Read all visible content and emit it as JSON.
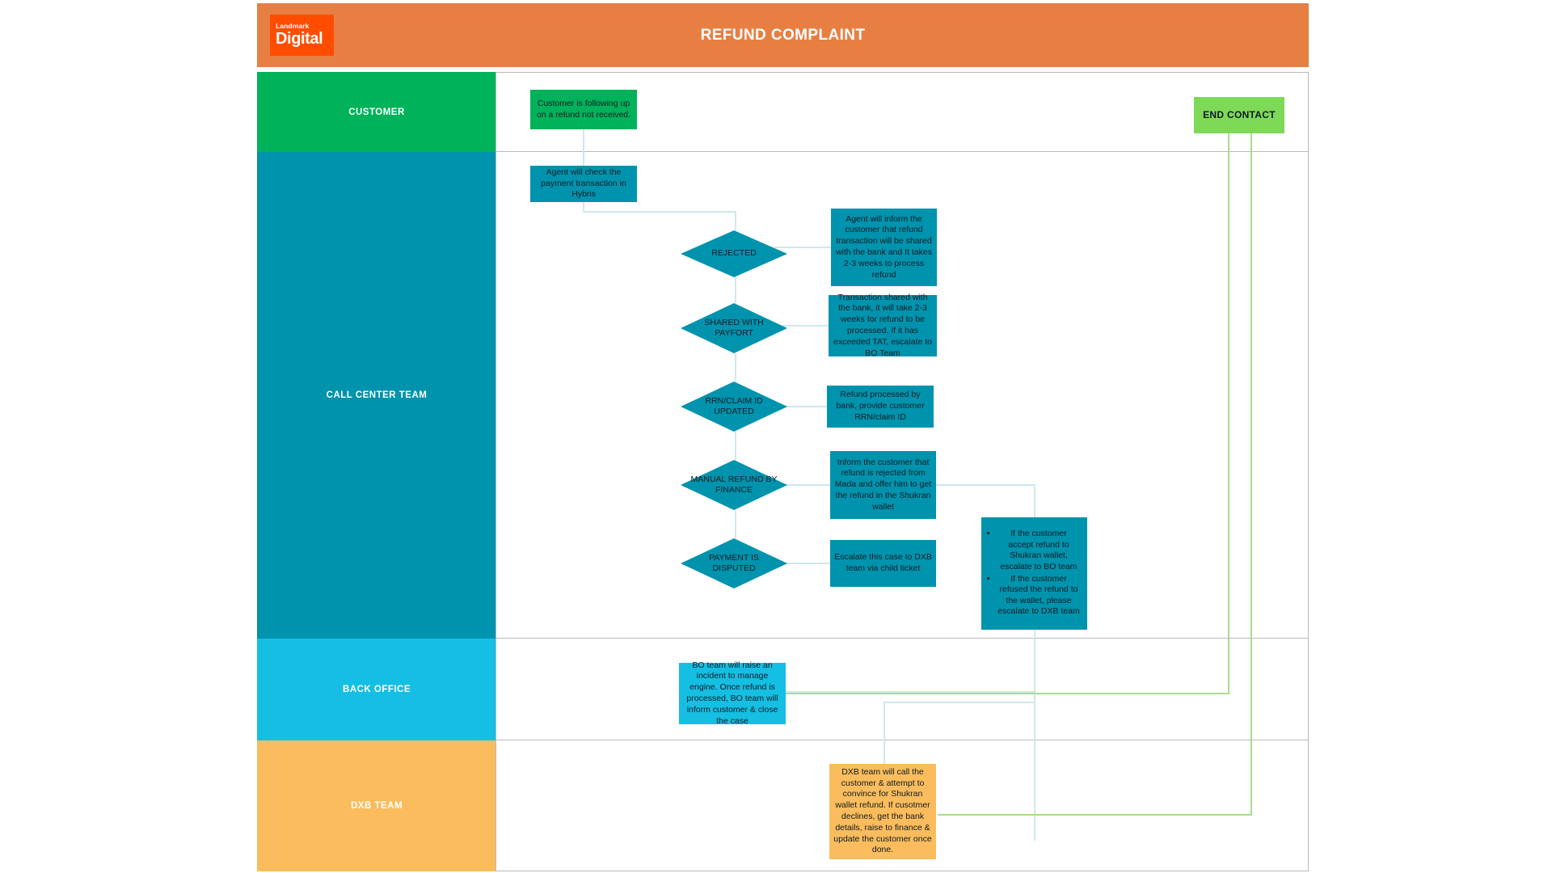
{
  "header": {
    "title": "REFUND COMPLAINT",
    "logo_top": "Landmark",
    "logo_bottom": "Digital",
    "bg_color": "#e77f43",
    "logo_color": "#ff4d00"
  },
  "lanes": [
    {
      "id": "customer",
      "label": "CUSTOMER",
      "color": "#00b25a"
    },
    {
      "id": "callcenter",
      "label": "CALL CENTER TEAM",
      "color": "#0093ae"
    },
    {
      "id": "backoffice",
      "label": "BACK OFFICE",
      "color": "#14bfe3"
    },
    {
      "id": "dxb",
      "label": "DXB TEAM",
      "color": "#fbbc5d"
    }
  ],
  "nodes": {
    "start": {
      "text": "Customer is following up on a refund not received.",
      "lane": "customer",
      "shape": "box",
      "color": "#00b25a"
    },
    "end_contact": {
      "text": "END CONTACT",
      "lane": "customer",
      "shape": "box",
      "color": "#7ed957"
    },
    "agent_check": {
      "text": "Agent will check the payment transaction in Hybris",
      "lane": "callcenter",
      "shape": "box",
      "color": "#0093ae"
    },
    "d_rejected": {
      "text": "REJECTED",
      "lane": "callcenter",
      "shape": "diamond",
      "color": "#0093ae"
    },
    "d_shared": {
      "text": "SHARED WITH PAYFORT",
      "lane": "callcenter",
      "shape": "diamond",
      "color": "#0093ae"
    },
    "d_rrn": {
      "text": "RRN/CLAIM ID UPDATED",
      "lane": "callcenter",
      "shape": "diamond",
      "color": "#0093ae"
    },
    "d_manual": {
      "text": "MANUAL REFUND BY FINANCE",
      "lane": "callcenter",
      "shape": "diamond",
      "color": "#0093ae"
    },
    "d_disputed": {
      "text": "PAYMENT IS DISPUTED",
      "lane": "callcenter",
      "shape": "diamond",
      "color": "#0093ae"
    },
    "t_rejected": {
      "text": "Agent will inform the customer that refund transaction will be shared with the bank and It takes 2-3 weeks to process refund",
      "lane": "callcenter",
      "shape": "box",
      "color": "#0093ae"
    },
    "t_shared": {
      "text": "Transaction shared with the bank, it will take 2-3 weeks for refund to be processed. If it has exceeded TAT, escalate to BO Team",
      "lane": "callcenter",
      "shape": "box",
      "color": "#0093ae"
    },
    "t_rrn": {
      "text": "Refund processed by bank, provide customer RRN/claim ID",
      "lane": "callcenter",
      "shape": "box",
      "color": "#0093ae"
    },
    "t_manual": {
      "text": "Inform the customer that refund is rejected from Mada and offer him to get the refund in the Shukran wallet",
      "lane": "callcenter",
      "shape": "box",
      "color": "#0093ae"
    },
    "t_disputed": {
      "text": "Escalate this case to DXB team via child ticket",
      "lane": "callcenter",
      "shape": "box",
      "color": "#0093ae"
    },
    "t_bullets": {
      "bullet_1": "If the customer accept refund to Shukran wallet, escalate to BO team",
      "bullet_2": "If the customer refused the refund to the wallet, please escalate to DXB team",
      "lane": "callcenter",
      "shape": "box",
      "color": "#0093ae"
    },
    "bo_task": {
      "text": "BO team will raise an incident to manage engine. Once refund is processed, BO team will inform customer & close the case",
      "lane": "backoffice",
      "shape": "box",
      "color": "#14bfe3"
    },
    "dxb_task": {
      "text": "DXB team will call the customer & attempt to convince for Shukran wallet refund. If cusotmer declines, get the bank details, raise to finance & update the customer once done.",
      "lane": "dxb",
      "shape": "box",
      "color": "#fbbc5d"
    }
  },
  "connector_colors": {
    "flow": "#cfe8ee",
    "return": "#a6dd8f",
    "lane_divider": "#b8b8b8"
  }
}
